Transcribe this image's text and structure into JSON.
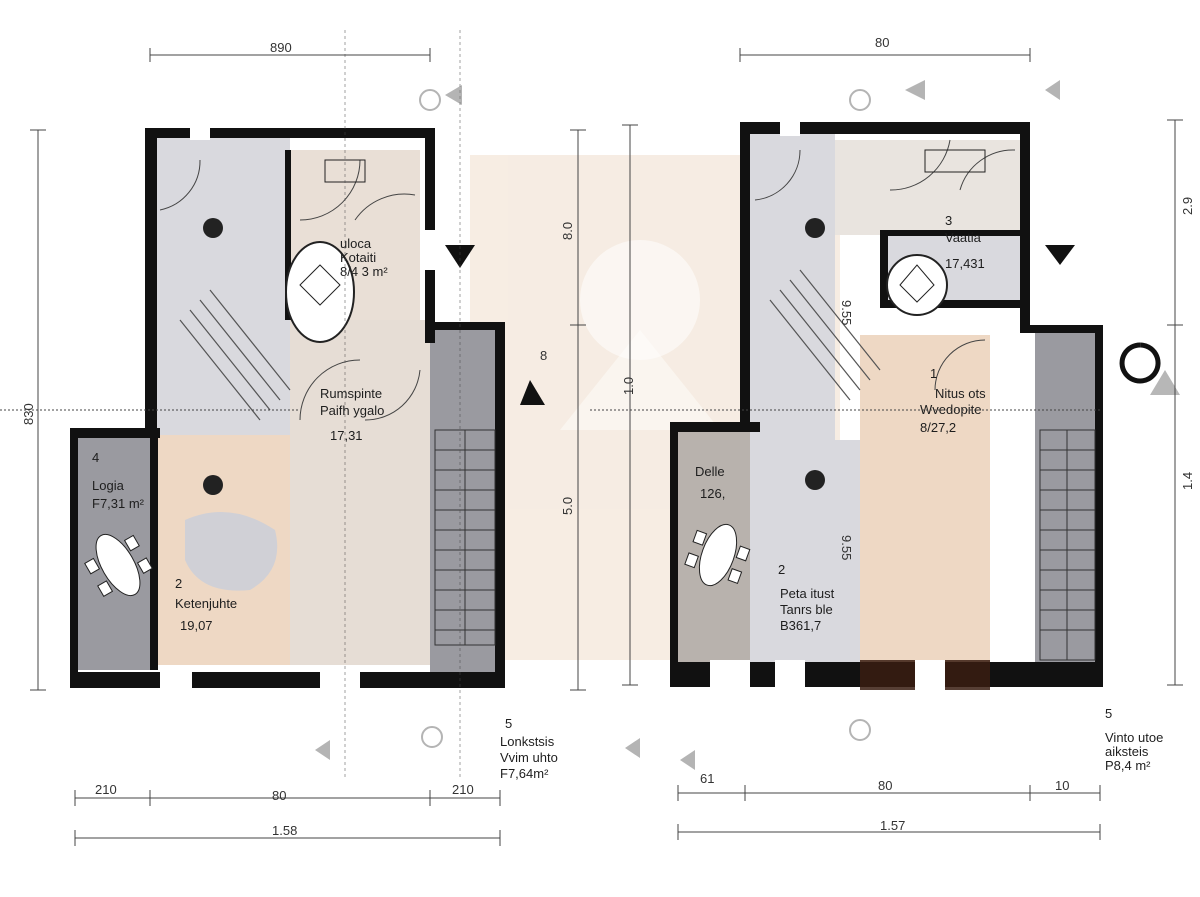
{
  "colors": {
    "wall": "#111111",
    "floor_grey": "#d9d9de",
    "floor_dark_grey": "#9a9aa0",
    "floor_wood": "#eed8c4",
    "watermark": "#f4e6da",
    "dim_line": "#444444",
    "furniture": "#222222"
  },
  "dimensions": {
    "top_left": "890",
    "top_right": "80",
    "left_height": "830",
    "mid_top": "8.0",
    "mid_center": "1.0",
    "mid_bottom": "5.0",
    "right_top": "2.9",
    "right_bottom": "1.4",
    "bottom_left_1": "210",
    "bottom_left_2": "80",
    "bottom_left_3": "210",
    "bottom_left_total": "1.58",
    "bottom_right_1": "61",
    "bottom_right_2": "80",
    "bottom_right_3": "10",
    "bottom_right_total": "1.57"
  },
  "rooms_left": [
    {
      "number": "",
      "name": "uloca",
      "name2": "Kotaiti",
      "area": "8/4 3 m²"
    },
    {
      "number": "",
      "name": "Rumspinte",
      "name2": "Paifh ygalo",
      "area": "17,31"
    },
    {
      "number": "4",
      "name": "Logia",
      "name2": "",
      "area": "F7,31 m²"
    },
    {
      "number": "2",
      "name": "Ketenjuhte",
      "name2": "",
      "area": "19,07"
    }
  ],
  "rooms_right": [
    {
      "number": "3",
      "name": "Vaatia",
      "name2": "",
      "area": "17,431"
    },
    {
      "number": "1",
      "name": "Nitus ots",
      "name2": "Wvedopite",
      "area": "8/27,2"
    },
    {
      "number": "",
      "name": "Delle",
      "name2": "",
      "area": "126,"
    },
    {
      "number": "2",
      "name": "Peta itust",
      "name2": "Tanrs ble",
      "area": "B361,7"
    }
  ],
  "annotations": {
    "bottom_left_number": "5",
    "bottom_left_line1": "Lonkstsis",
    "bottom_left_line2": "Vvim uhto",
    "bottom_left_line3": "F7,64m²",
    "bottom_right_number": "5",
    "bottom_right_line1": "Vinto utoe",
    "bottom_right_line2": "aiksteis",
    "bottom_right_line3": "P8,4 m²"
  },
  "small_marks": {
    "stair_mark_left": "9.55",
    "stair_mark_right": "9.55",
    "left_arrow_label": "8"
  }
}
